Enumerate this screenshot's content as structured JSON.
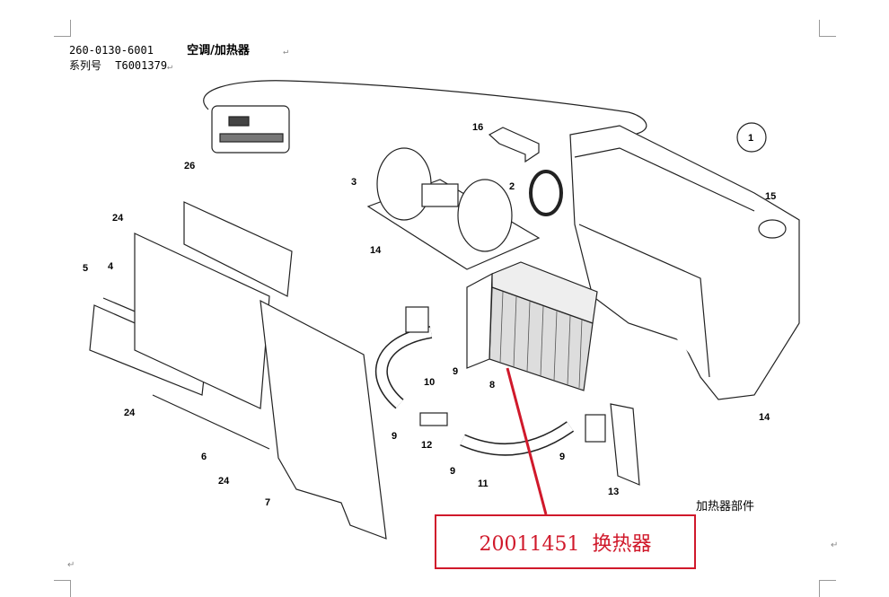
{
  "header": {
    "part_code": "260-0130-6001",
    "title": "空调/加热器",
    "serial_label": "系列号",
    "serial_value": "T6001379"
  },
  "paragraph_mark": "↵",
  "diagram": {
    "caption": "加热器部件",
    "callouts": [
      "26",
      "3",
      "16",
      "2",
      "1",
      "15",
      "14",
      "24",
      "5",
      "4",
      "10",
      "9",
      "8",
      "9",
      "12",
      "9",
      "11",
      "9",
      "13",
      "14",
      "24",
      "6",
      "24",
      "7"
    ]
  },
  "annotation": {
    "text": "20011451  换热器",
    "color": "#d0192b"
  }
}
